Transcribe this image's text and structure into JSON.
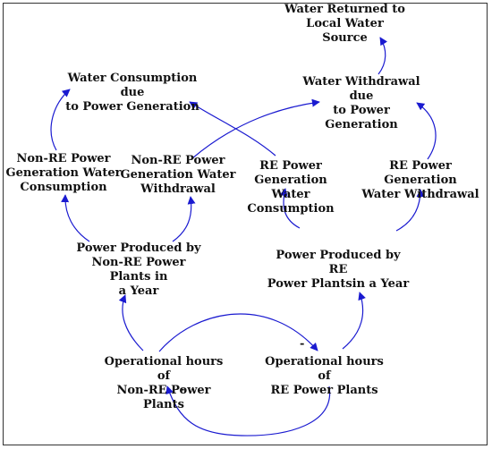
{
  "nodes": {
    "water_returned": "Water Returned to\nLocal Water Source",
    "water_withdrawal_power": "Water Withdrawal due\nto Power Generation",
    "water_consumption_power": "Water Consumption due\nto Power Generation",
    "nonre_consumption": "Non-RE Power\nGeneration Water\nConsumption",
    "nonre_withdrawal": "Non-RE Power\nGeneration Water\nWithdrawal",
    "re_consumption": "RE Power Generation\nWater Consumption",
    "re_withdrawal": "RE Power Generation\nWater Withdrawal",
    "power_nonre": "Power Produced by\nNon-RE Power Plants in\na Year",
    "power_re": "Power Produced by RE\nPower Plantsin a Year",
    "hours_nonre": "Operational hours of\nNon-RE Power Plants",
    "hours_re": "Operational hours of\nRE Power Plants"
  },
  "signs": {
    "minus_top": "-",
    "minus_bottom": "-"
  },
  "colors": {
    "arrow": "#1a1ad0",
    "text": "#111111",
    "border": "#333333"
  }
}
